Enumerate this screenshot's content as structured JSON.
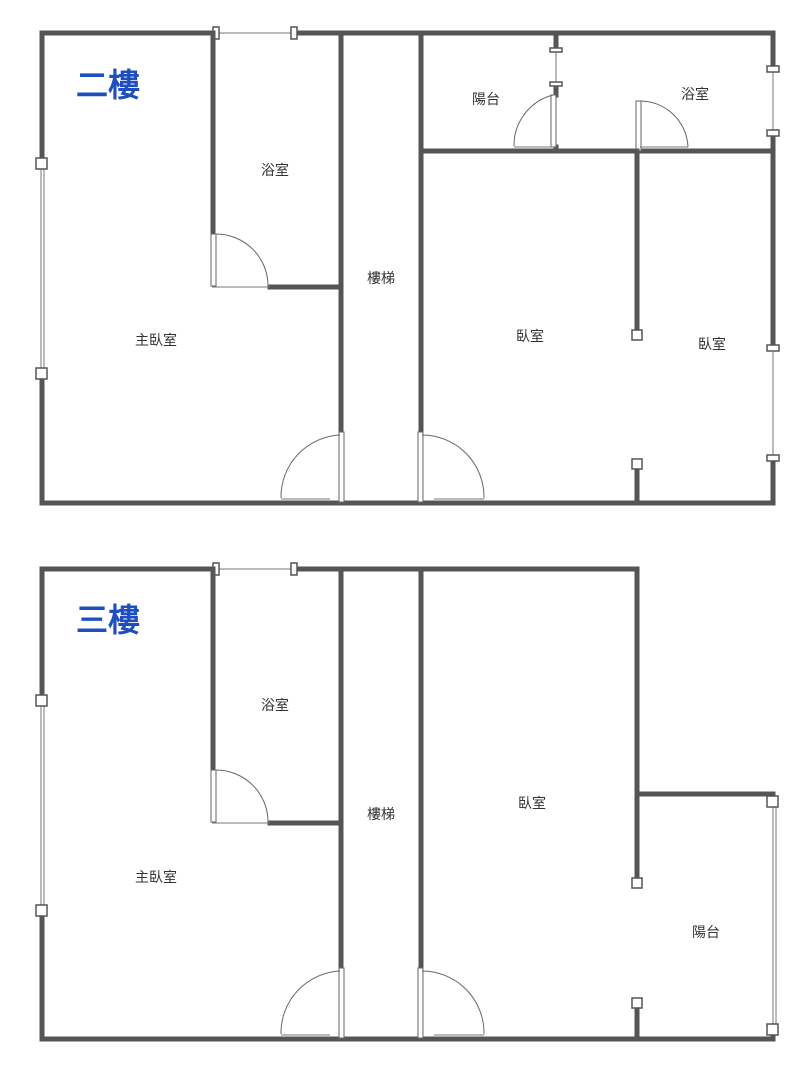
{
  "accent_color": "#1f4fbf",
  "wall_color": "#555555",
  "floors": [
    {
      "title": "二樓",
      "rooms": {
        "master_bedroom": "主臥室",
        "bathroom_left": "浴室",
        "stairs": "樓梯",
        "balcony": "陽台",
        "bathroom_right": "浴室",
        "bedroom_middle": "臥室",
        "bedroom_right": "臥室"
      }
    },
    {
      "title": "三樓",
      "rooms": {
        "master_bedroom": "主臥室",
        "bathroom": "浴室",
        "stairs": "樓梯",
        "bedroom": "臥室",
        "balcony": "陽台"
      }
    }
  ]
}
